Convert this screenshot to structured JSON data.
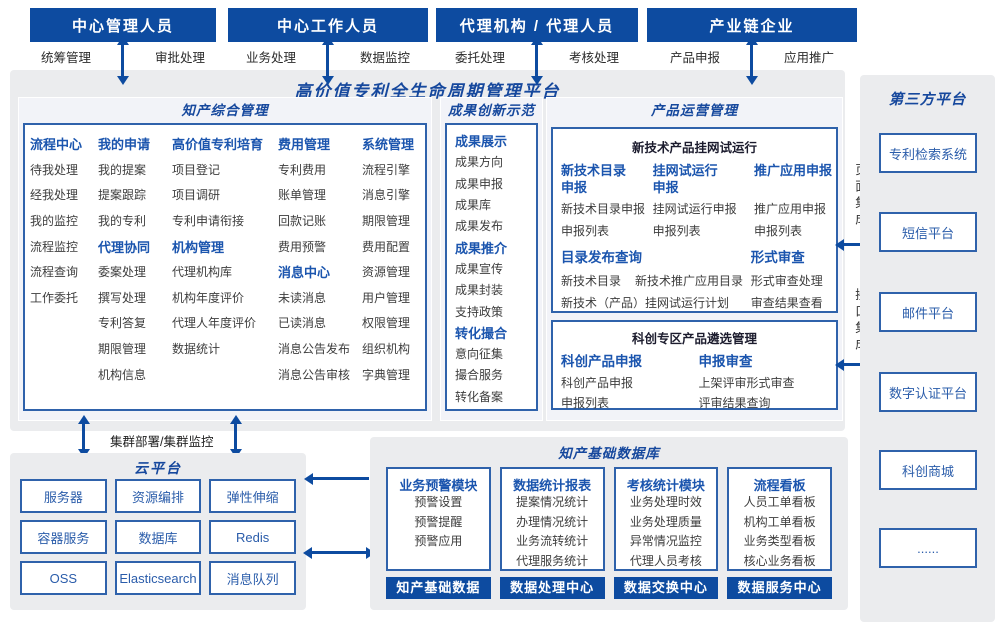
{
  "colors": {
    "navy": "#0d4ba0",
    "title_blue": "#16489d",
    "group_header_blue": "#1b55ae",
    "box_border_blue": "#2f62ab",
    "item_text": "#3d3d3d",
    "panel_gray": "#ebecee"
  },
  "actors": [
    {
      "title": "中心管理人员",
      "left": "统筹管理",
      "right": "审批处理"
    },
    {
      "title": "中心工作人员",
      "left": "业务处理",
      "right": "数据监控"
    },
    {
      "title": "代理机构 / 代理人员",
      "left": "委托处理",
      "right": "考核处理"
    },
    {
      "title": "产业链企业",
      "left": "产品申报",
      "right": "应用推广"
    }
  ],
  "platform": {
    "title": "高价值专利全生命周期管理平台",
    "ip": {
      "title": "知产综合管理",
      "c1g1": {
        "h": "流程中心",
        "i": [
          "待我处理",
          "经我处理",
          "我的监控",
          "流程监控",
          "流程查询",
          "工作委托"
        ]
      },
      "c2g1": {
        "h": "我的申请",
        "i": [
          "我的提案",
          "提案跟踪",
          "我的专利"
        ]
      },
      "c2g2": {
        "h": "代理协同",
        "i": [
          "委案处理",
          "撰写处理",
          "专利答复",
          "期限管理",
          "机构信息"
        ]
      },
      "c3g1": {
        "h": "高价值专利培育",
        "i": [
          "项目登记",
          "项目调研",
          "专利申请衔接"
        ]
      },
      "c3g2": {
        "h": "机构管理",
        "i": [
          "代理机构库",
          "机构年度评价",
          "代理人年度评价",
          "数据统计"
        ]
      },
      "c4g1": {
        "h": "费用管理",
        "i": [
          "专利费用",
          "账单管理",
          "回款记账",
          "费用预警"
        ]
      },
      "c4g2": {
        "h": "消息中心",
        "i": [
          "未读消息",
          "已读消息",
          "消息公告发布",
          "消息公告审核"
        ]
      },
      "c5g1": {
        "h": "系统管理",
        "i": [
          "流程引擎",
          "消息引擎",
          "期限管理",
          "费用配置",
          "资源管理",
          "用户管理",
          "权限管理",
          "组织机构",
          "字典管理"
        ]
      }
    },
    "ach": {
      "title": "成果创新示范",
      "g1": {
        "h": "成果展示",
        "i": [
          "成果方向",
          "成果申报",
          "成果库",
          "成果发布"
        ]
      },
      "g2": {
        "h": "成果推介",
        "i": [
          "成果宣传",
          "成果封装",
          "支持政策"
        ]
      },
      "g3": {
        "h": "转化撮合",
        "i": [
          "意向征集",
          "撮合服务",
          "转化备案"
        ]
      }
    },
    "ops": {
      "title": "产品运营管理",
      "b1": {
        "title": "新技术产品挂网试运行",
        "c1": {
          "h": "新技术目录申报",
          "i": [
            "新技术目录申报",
            "申报列表"
          ]
        },
        "c2": {
          "h": "挂网试运行申报",
          "i": [
            "挂网试运行申报",
            "申报列表"
          ]
        },
        "c3": {
          "h": "推广应用申报",
          "i": [
            "推广应用申报",
            "申报列表"
          ]
        },
        "c4": {
          "h": "目录发布查询",
          "i": [
            "新技术目录",
            "新技术推广应用目录",
            "新技术（产品）挂网试运行计划"
          ]
        },
        "c5": {
          "h": "形式审查",
          "i": [
            "形式审查处理",
            "审查结果查看"
          ]
        }
      },
      "b2": {
        "title": "科创专区产品遴选管理",
        "c1": {
          "h": "科创产品申报",
          "i": [
            "科创产品申报",
            "申报列表"
          ]
        },
        "c2": {
          "h": "申报审查",
          "i": [
            "上架评审形式审查",
            "评审结果查询"
          ]
        }
      }
    }
  },
  "integration": {
    "page": "页面集成",
    "api": "接口集成"
  },
  "third_party": {
    "title": "第三方平台",
    "items": [
      "专利检索系统",
      "短信平台",
      "邮件平台",
      "数字认证平台",
      "科创商城",
      "......"
    ]
  },
  "cluster_label": "集群部署/集群监控",
  "cloud": {
    "title": "云平台",
    "items": [
      "服务器",
      "资源编排",
      "弹性伸缩",
      "容器服务",
      "数据库",
      "Redis",
      "OSS",
      "Elasticsearch",
      "消息队列"
    ]
  },
  "db": {
    "title": "知产基础数据库",
    "cols": [
      {
        "h": "业务预警模块",
        "i": [
          "预警设置",
          "预警提醒",
          "预警应用"
        ],
        "f": "知产基础数据"
      },
      {
        "h": "数据统计报表",
        "i": [
          "提案情况统计",
          "办理情况统计",
          "业务流转统计",
          "代理服务统计"
        ],
        "f": "数据处理中心"
      },
      {
        "h": "考核统计模块",
        "i": [
          "业务处理时效",
          "业务处理质量",
          "异常情况监控",
          "代理人员考核"
        ],
        "f": "数据交换中心"
      },
      {
        "h": "流程看板",
        "i": [
          "人员工单看板",
          "机构工单看板",
          "业务类型看板",
          "核心业务看板"
        ],
        "f": "数据服务中心"
      }
    ]
  }
}
